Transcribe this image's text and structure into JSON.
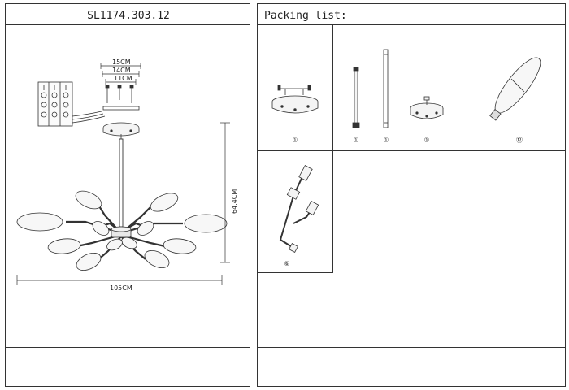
{
  "header": {
    "model_code": "SL1174.303.12",
    "packing_list_title": "Packing list:"
  },
  "dimensions": {
    "canopy_outer": "15CM",
    "canopy_mid": "14CM",
    "canopy_inner": "11CM",
    "height": "64.4CM",
    "width": "105CM"
  },
  "parts": [
    {
      "name": "ceiling-canopy",
      "count": "①"
    },
    {
      "name": "threaded-rod",
      "count": "①"
    },
    {
      "name": "extension-rod",
      "count": "①"
    },
    {
      "name": "central-body-cap",
      "count": "①"
    },
    {
      "name": "glass-shade",
      "count": "⑫"
    },
    {
      "name": "double-arm",
      "count": "⑥"
    }
  ]
}
